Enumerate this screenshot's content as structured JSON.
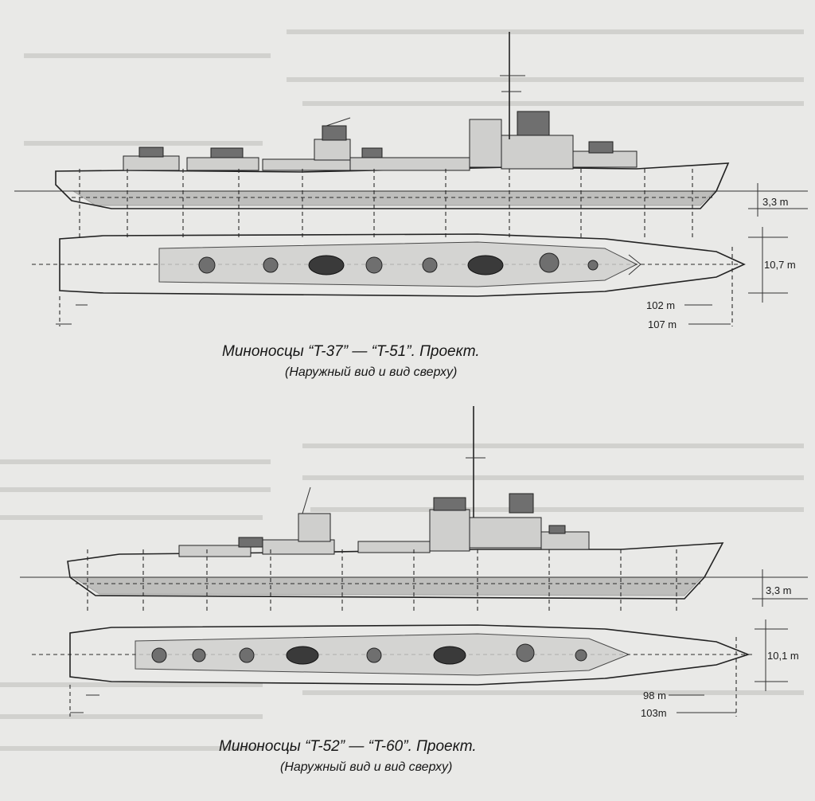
{
  "figure1": {
    "caption_title": "Миноносцы “T-37” — “T-51”. Проект.",
    "caption_sub": "(Наружный вид и вид сверху)",
    "draft": "3,3 m",
    "beam": "10,7 m",
    "length_wl": "102 m",
    "length_oa": "107 m"
  },
  "figure2": {
    "caption_title": "Миноносцы “T-52” — “T-60”. Проект.",
    "caption_sub": "(Наружный вид и вид сверху)",
    "draft": "3,3 m",
    "beam": "10,1 m",
    "length_wl": "98 m",
    "length_oa": "103m"
  }
}
